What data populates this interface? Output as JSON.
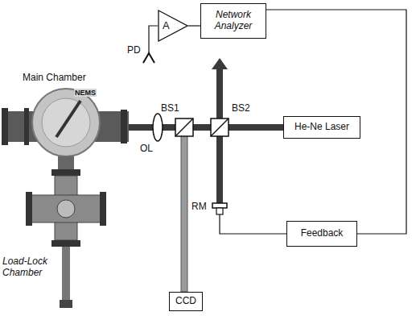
{
  "diagram": {
    "nodes": [
      {
        "text": [
          "A"
        ]
      },
      {
        "text": [
          "Network Analyzer"
        ]
      },
      {
        "text": [
          "He-Ne Laser"
        ]
      },
      {
        "text": [
          "Feedback"
        ]
      },
      {
        "text": [
          "CCD"
        ]
      }
    ],
    "edges": [
      {
        "from": 0,
        "to": 1,
        "arrow": "none"
      },
      {
        "from": 1,
        "to": 3,
        "arrow": "none"
      }
    ],
    "labels": [
      "PD",
      "Main Chamber",
      "NEMS",
      "BS1",
      "BS2",
      "OL",
      "RM",
      "Load-Lock Chamber"
    ]
  }
}
